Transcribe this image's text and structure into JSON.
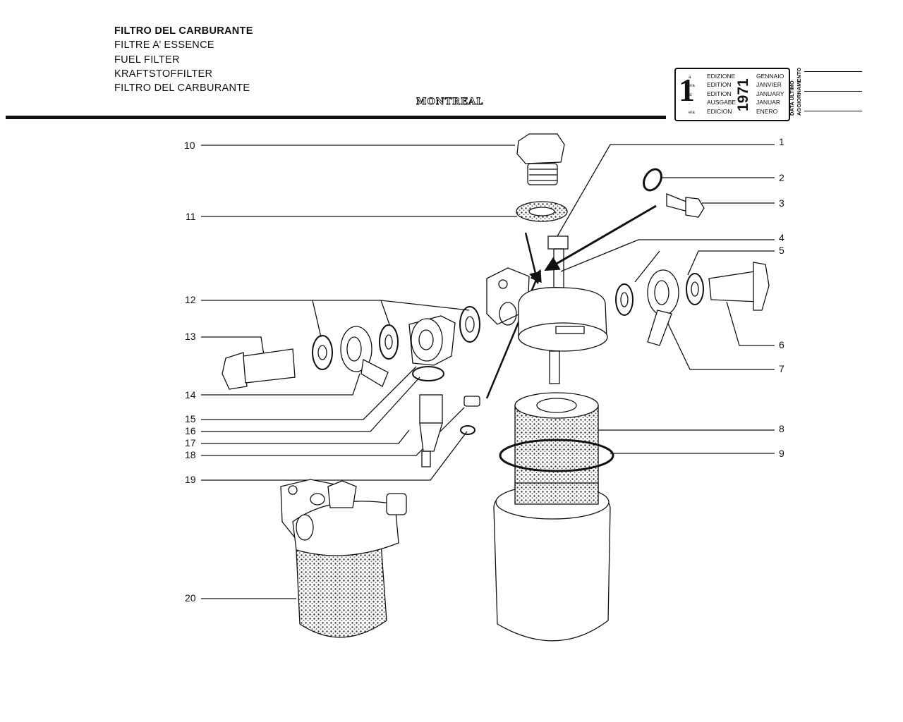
{
  "header": {
    "titles": [
      "FILTRO DEL CARBURANTE",
      "FILTRE A’ ESSENCE",
      "FUEL FILTER",
      "KRAFTSTOFFILTER",
      "FILTRO DEL CARBURANTE"
    ],
    "brand": "MONTREAL"
  },
  "edition_box": {
    "number": "1",
    "suffixes": [
      "a",
      "era",
      "st",
      ".",
      "era"
    ],
    "editions": [
      "EDIZIONE",
      "EDITION",
      "EDITION",
      "AUSGABE",
      "EDICION"
    ],
    "year": "1971",
    "months": [
      "GENNAIO",
      "JANVIER",
      "JANUARY",
      "JANUAR",
      "ENERO"
    ],
    "update_label_1": "DATA ULTIMO",
    "update_label_2": "AGGIORNAMENTO"
  },
  "callouts": [
    "1",
    "2",
    "3",
    "4",
    "5",
    "6",
    "7",
    "8",
    "9",
    "10",
    "11",
    "12",
    "13",
    "14",
    "15",
    "16",
    "17",
    "18",
    "19",
    "20"
  ],
  "colors": {
    "ink": "#111111",
    "paper": "#ffffff",
    "shade": "#777777"
  }
}
